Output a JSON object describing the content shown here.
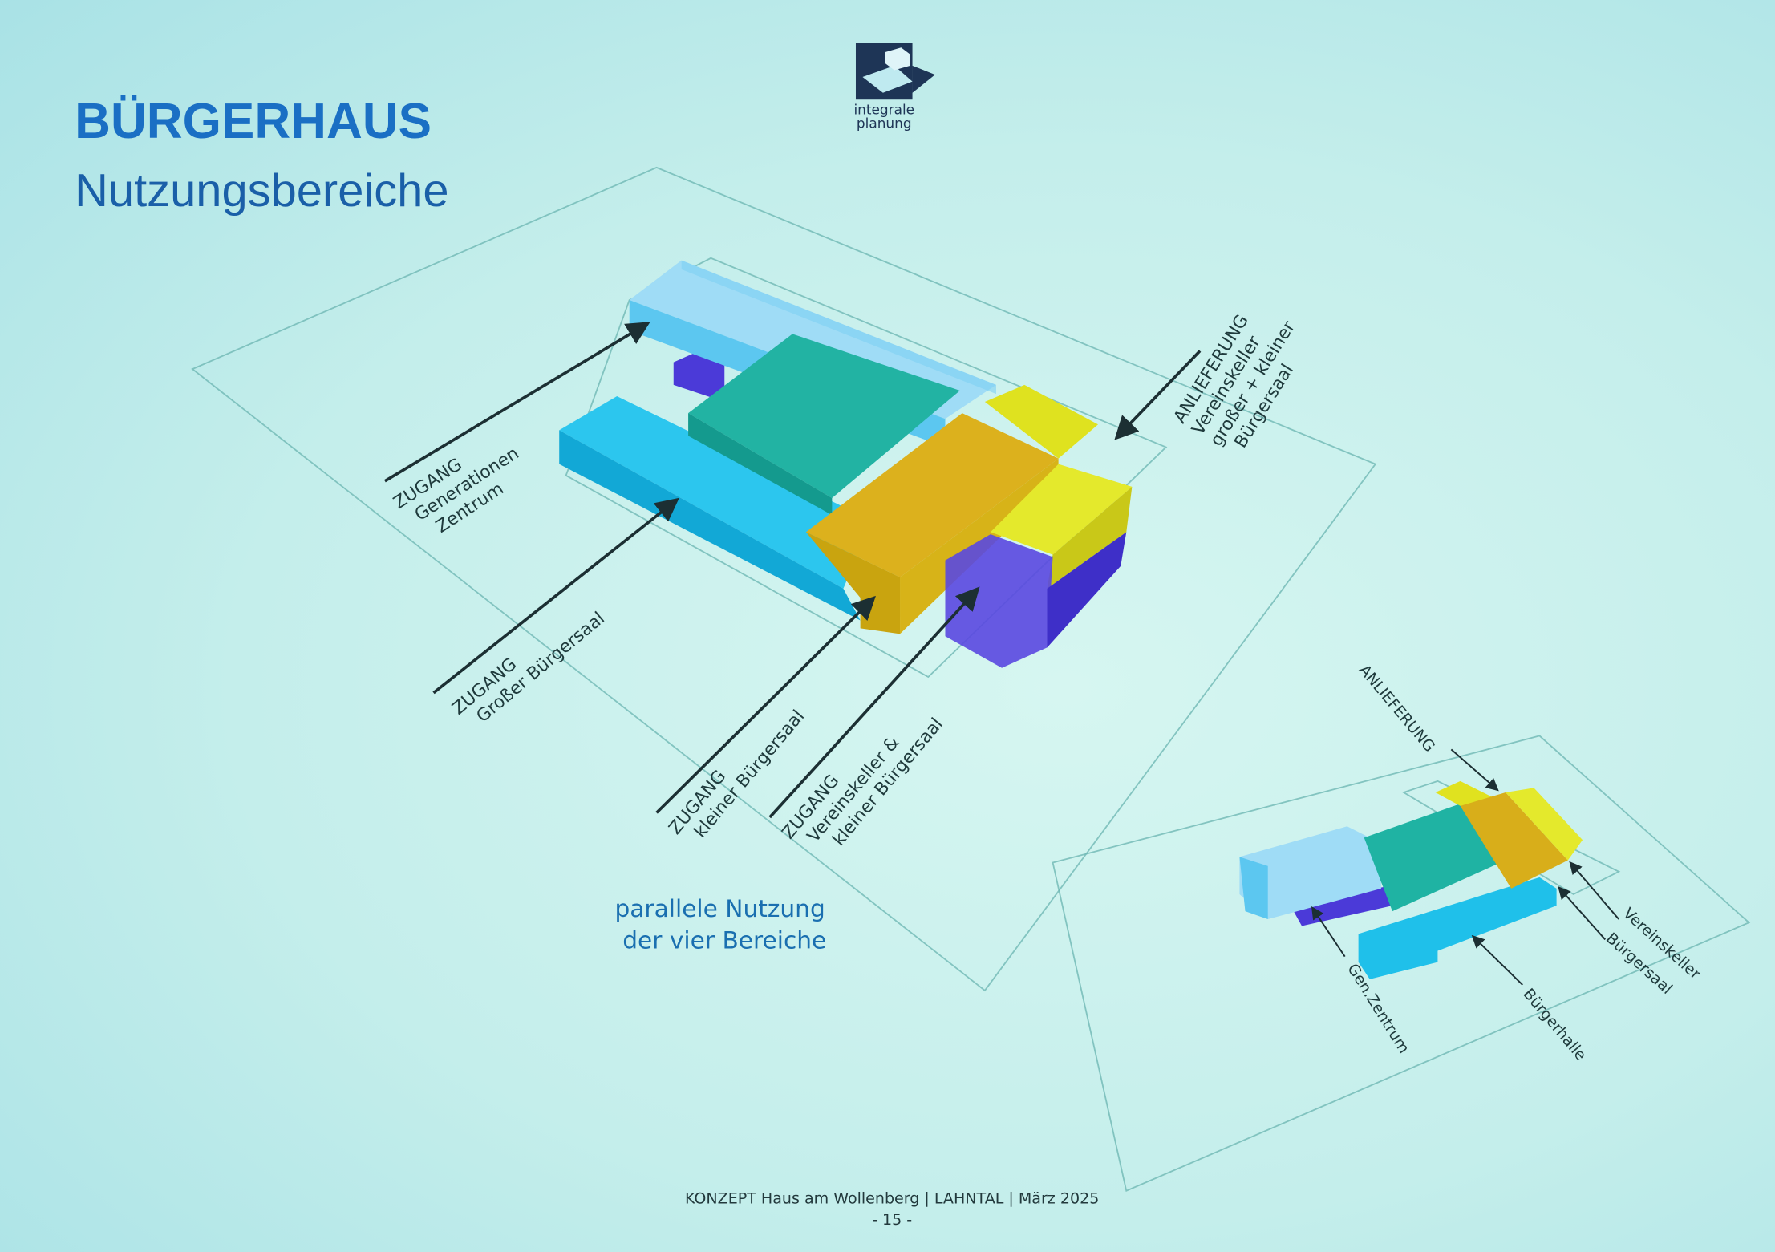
{
  "header": {
    "title": "BÜRGERHAUS",
    "subtitle": "Nutzungsbereiche"
  },
  "logo": {
    "line1": "integrale",
    "line2": "planung"
  },
  "main_diagram": {
    "labels": [
      {
        "lines": [
          "ZUGANG",
          "Generationen",
          "Zentrum"
        ]
      },
      {
        "lines": [
          "ZUGANG",
          "Großer Bürgersaal"
        ]
      },
      {
        "lines": [
          "ZUGANG",
          "kleiner Bürgersaal"
        ]
      },
      {
        "lines": [
          "ZUGANG",
          "Vereinskeller &",
          "kleiner Bürgersaal"
        ]
      },
      {
        "lines": [
          "ANLIEFERUNG",
          "Vereinskeller",
          "großer + kleiner",
          "Bürgersaal"
        ]
      }
    ],
    "note": [
      "parallele Nutzung",
      "der vier Bereiche"
    ]
  },
  "mini_diagram": {
    "labels": [
      "ANLIEFERUNG",
      "Vereinskeller",
      "Bürgersaal",
      "Bürgerhalle",
      "Gen.Zentrum"
    ]
  },
  "footer": {
    "text": "KONZEPT Haus am Wollenberg | LAHNTAL | März 2025",
    "page": "- 15 -"
  },
  "colors": {
    "title": "#1a6fc4",
    "light_blue": "#8fd6f5",
    "cyan": "#22c4ec",
    "teal": "#1fb3a3",
    "yellow": "#e0c21a",
    "purple": "#5a48e0"
  }
}
